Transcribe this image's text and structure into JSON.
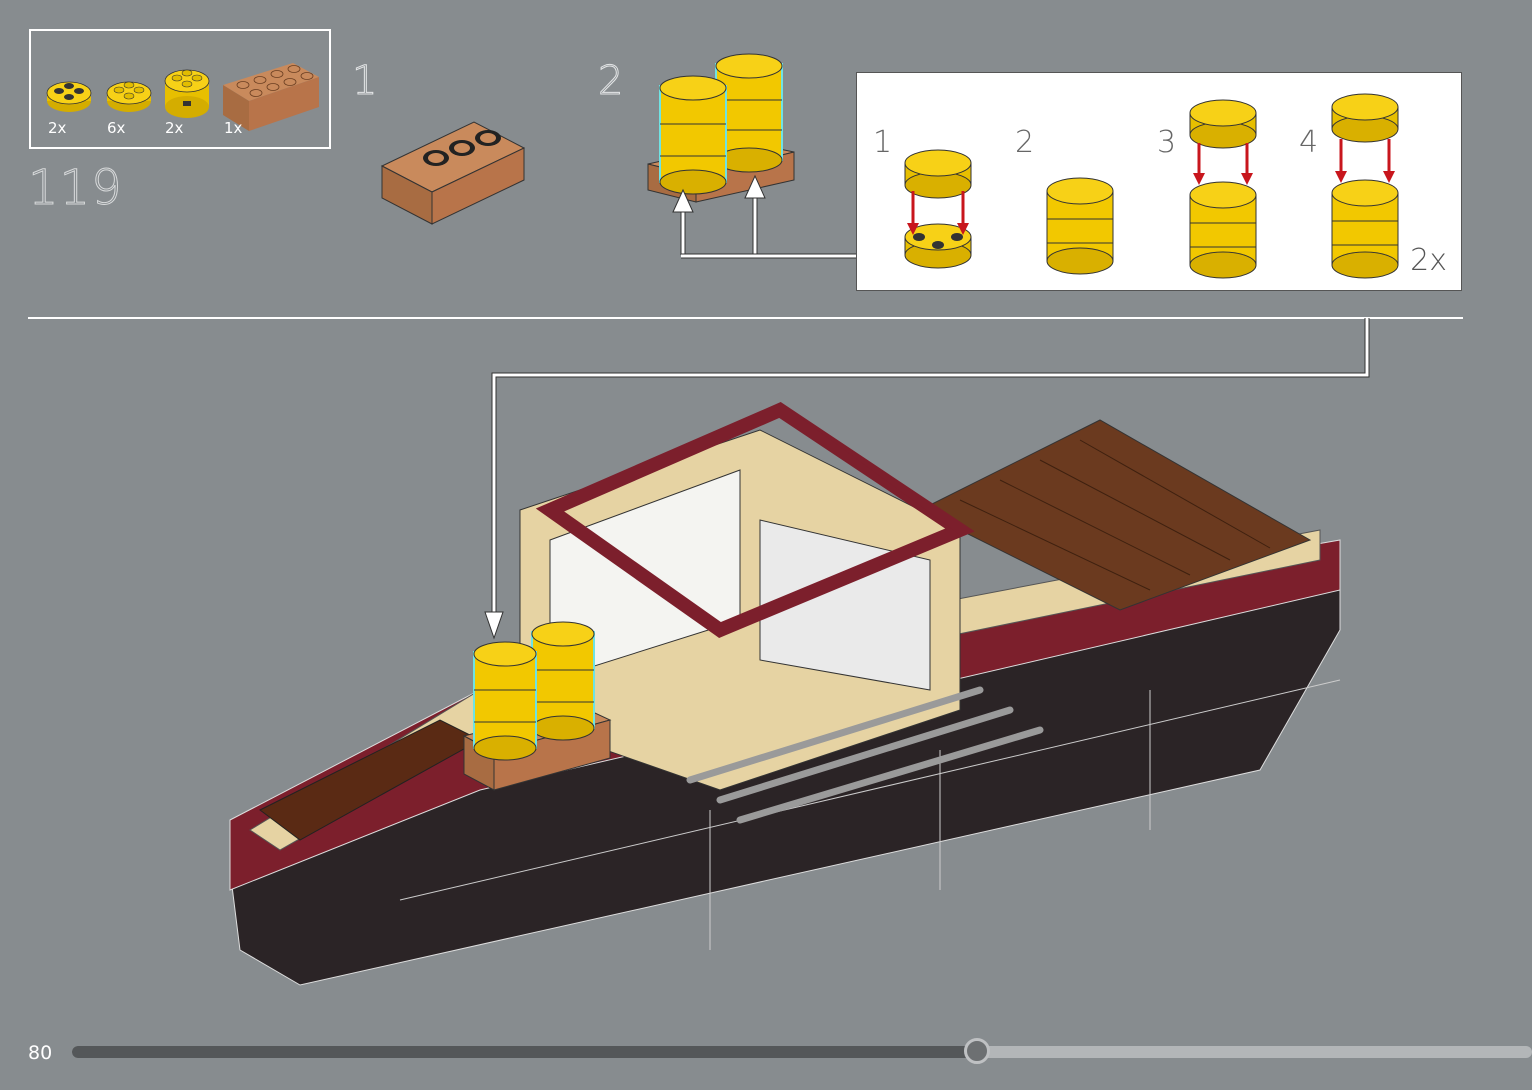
{
  "step": {
    "number": "119"
  },
  "parts": [
    {
      "qty": "2x",
      "name": "round-plate-2x2-icon"
    },
    {
      "qty": "6x",
      "name": "round-plate-2x2-icon"
    },
    {
      "qty": "2x",
      "name": "round-brick-2x2-icon"
    },
    {
      "qty": "1x",
      "name": "brick-2x4-icon"
    }
  ],
  "substeps": [
    "1",
    "2"
  ],
  "callout": {
    "steps": [
      "1",
      "2",
      "3",
      "4"
    ],
    "multiplier": "2x"
  },
  "page": {
    "number": "80",
    "progress": 0.62
  },
  "colors": {
    "background": "#878c8f",
    "yellow": "#f7d117",
    "brown": "#b8744a",
    "dark_red": "#7c1f2c",
    "tan": "#e6d3a3",
    "hull": "#2b2426"
  }
}
